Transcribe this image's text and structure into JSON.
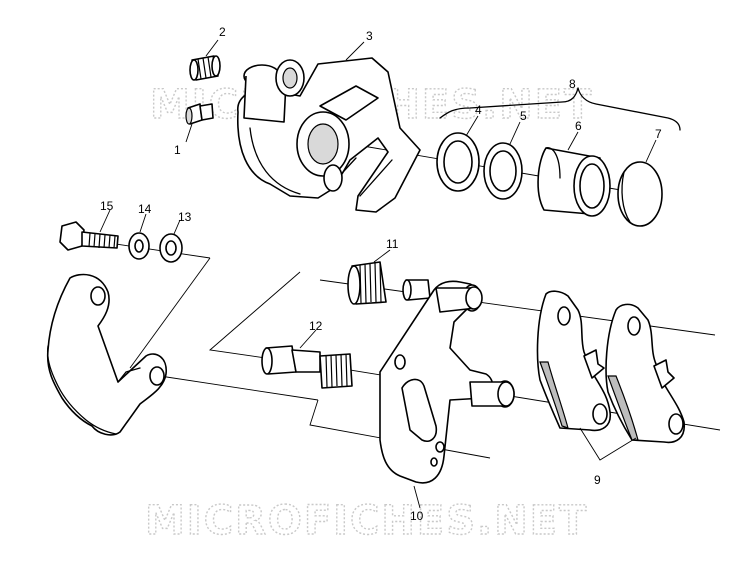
{
  "watermark": {
    "top": "MICROFICHES.NET",
    "bottom": "MICROFICHES.NET"
  },
  "callouts": {
    "c1": "1",
    "c2": "2",
    "c3": "3",
    "c4": "4",
    "c5": "5",
    "c6": "6",
    "c7": "7",
    "c8": "8",
    "c9": "9",
    "c10": "10",
    "c11": "11",
    "c12": "12",
    "c13": "13",
    "c14": "14",
    "c15": "15"
  }
}
